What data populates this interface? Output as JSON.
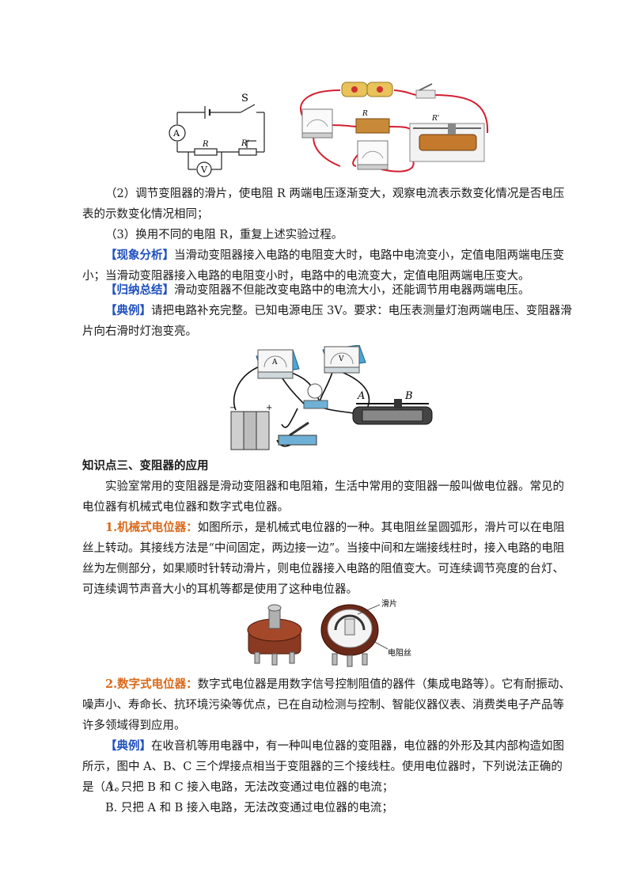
{
  "figure1": {
    "schematic": {
      "switch": "S",
      "ammeter": "A",
      "voltmeter": "V",
      "resistor": "R",
      "rheostat": "R'"
    },
    "physical": {
      "resistor": "R",
      "rheostat": "R'"
    }
  },
  "para_step2": "（2）调节变阻器的滑片，使电阻 R 两端电压逐渐变大，观察电流表示数变化情况是否电压表的示数变化情况相同；",
  "para_step3": "（3）换用不同的电阻 R，重复上述实验过程。",
  "phenomenon": {
    "tag": "【现象分析】",
    "text": "当滑动变阻器接入电路的电阻变大时，电路中电流变小，定值电阻两端电压变小；当滑动变阻器接入电路的电阻变小时，电路中的电流变大，定值电阻两端电压变大。"
  },
  "summary": {
    "tag": "【归纳总结】",
    "text": "滑动变阻器不但能改变电路中的电流大小，还能调节用电器两端电压。"
  },
  "example1": {
    "tag": "【典例】",
    "text": "请把电路补充完整。已知电源电压 3V。要求：电压表测量灯泡两端电压、变阻器滑片向右滑时灯泡变亮。"
  },
  "figure2": {
    "ammeter": "A",
    "voltmeter": "V",
    "point_a": "A",
    "point_b": "B",
    "minus": "−",
    "plus": "+"
  },
  "section_title": "知识点三、变阻器的应用",
  "section_intro": "实验室常用的变阻器是滑动变阻器和电阻箱，生活中常用的变阻器一般叫做电位器。常见的电位器有机械式电位器和数字式电位器。",
  "mechanical": {
    "tag": "1.机械式电位器：",
    "text": "如图所示，是机械式电位器的一种。其电阻丝呈圆弧形，滑片可以在电阻丝上转动。其接线方法是“中间固定，两边接一边”。当接中间和左端接线柱时，接入电路的电阻丝为左侧部分，如果顺时针转动滑片，则电位器接入电路的阻值变大。可连续调节亮度的台灯、可连续调节声音大小的耳机等都是使用了这种电位器。"
  },
  "figure3": {
    "slider_label": "滑片",
    "wire_label": "电阻丝"
  },
  "digital": {
    "tag": "2.数字式电位器：",
    "text": "数字式电位器是用数字信号控制阻值的器件（集成电路等）。它有耐振动、噪声小、寿命长、抗环境污染等优点，已在自动检测与控制、智能仪器仪表、消费类电子产品等许多领域得到应用。"
  },
  "example2": {
    "tag": "【典例】",
    "text": "在收音机等用电器中，有一种叫电位器的变阻器，电位器的外形及其内部构造如图所示，图中 A、B、C 三个焊接点相当于变阻器的三个接线柱。使用电位器时，下列说法正确的是（    ）。"
  },
  "option_a": "A.  只把 B 和 C 接入电路，无法改变通过电位器的电流；",
  "option_b": "B.  只把 A 和 B 接入电路，无法改变通过电位器的电流；"
}
